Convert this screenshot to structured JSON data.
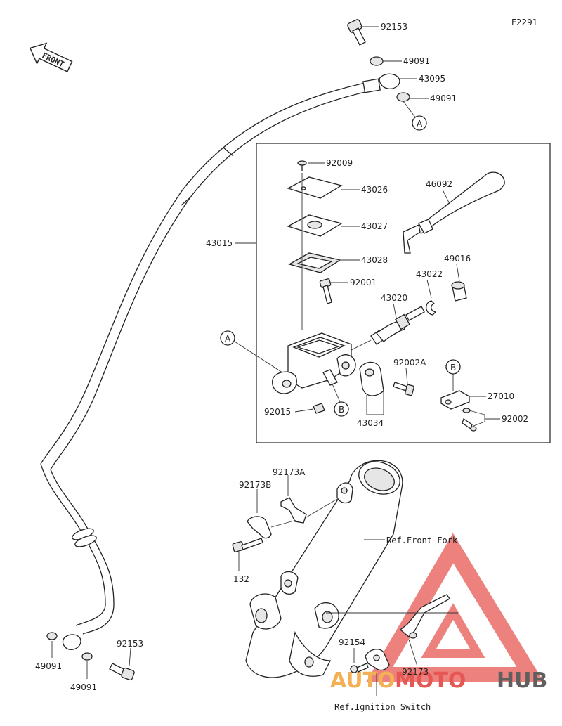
{
  "figure_code": "F2291",
  "front_label": "FRONT",
  "callouts": {
    "A": "A",
    "B": "B"
  },
  "parts": {
    "p92153_top": "92153",
    "p49091_a": "49091",
    "p43095": "43095",
    "p49091_b": "49091",
    "p92009": "92009",
    "p43026": "43026",
    "p43027": "43027",
    "p43028": "43028",
    "p43015": "43015",
    "p92001": "92001",
    "p46092": "46092",
    "p43022": "43022",
    "p49016": "49016",
    "p43020": "43020",
    "p92002A": "92002A",
    "p27010": "27010",
    "p92002": "92002",
    "p92015": "92015",
    "p43034": "43034",
    "p92173A": "92173A",
    "p92173B": "92173B",
    "p132": "132",
    "p92154": "92154",
    "p92173": "92173",
    "p49091_c": "49091",
    "p92153_bot": "92153",
    "p49091_d": "49091"
  },
  "references": {
    "front_fork": "Ref.Front Fork",
    "ignition_switch": "Ref.Ignition Switch"
  },
  "watermark": {
    "part1": "AUTO",
    "part2": "MOTO",
    "part3": "HUB",
    "color_red": "#e23a36",
    "color_orange": "#f2a33a",
    "color_dark": "#444444"
  }
}
